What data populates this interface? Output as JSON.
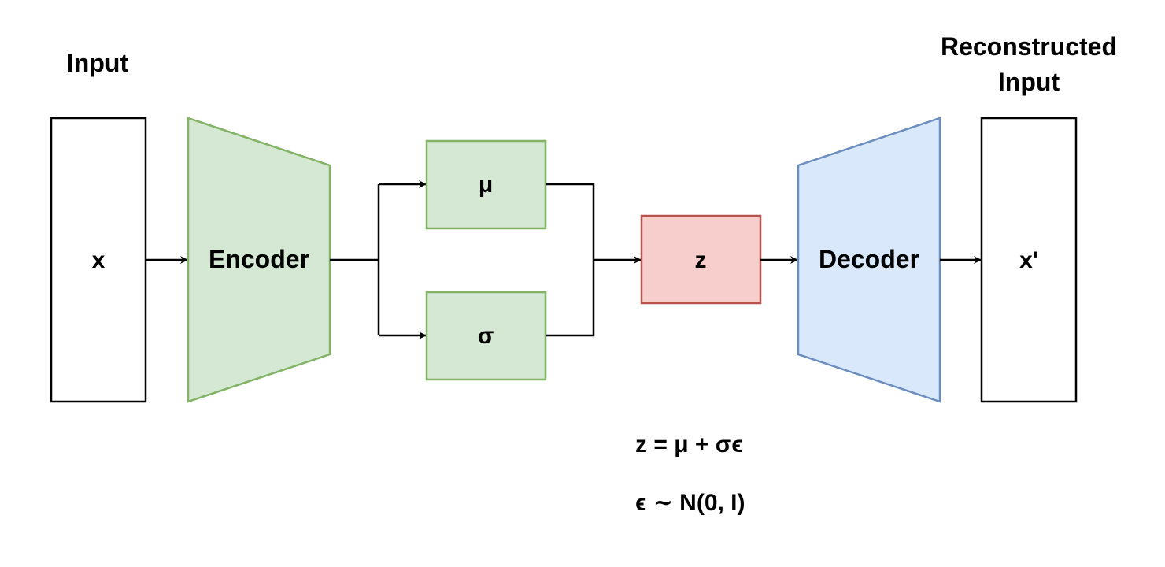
{
  "labels": {
    "input_title": "Input",
    "output_title_line1": "Reconstructed",
    "output_title_line2": "Input"
  },
  "nodes": {
    "x": "x",
    "encoder": "Encoder",
    "mu": "μ",
    "sigma": "σ",
    "z": "z",
    "decoder": "Decoder",
    "x_prime": "x'"
  },
  "equations": {
    "reparam": "z = μ + σϵ",
    "noise": "ϵ ∼ N(0, I)"
  },
  "colors": {
    "encoder_fill": "#d5e8d4",
    "encoder_stroke": "#82b366",
    "z_fill": "#f8cecc",
    "z_stroke": "#b85450",
    "decoder_fill": "#dae8fc",
    "decoder_stroke": "#6c8ebf",
    "box_stroke": "#000000",
    "arrow": "#000000"
  }
}
